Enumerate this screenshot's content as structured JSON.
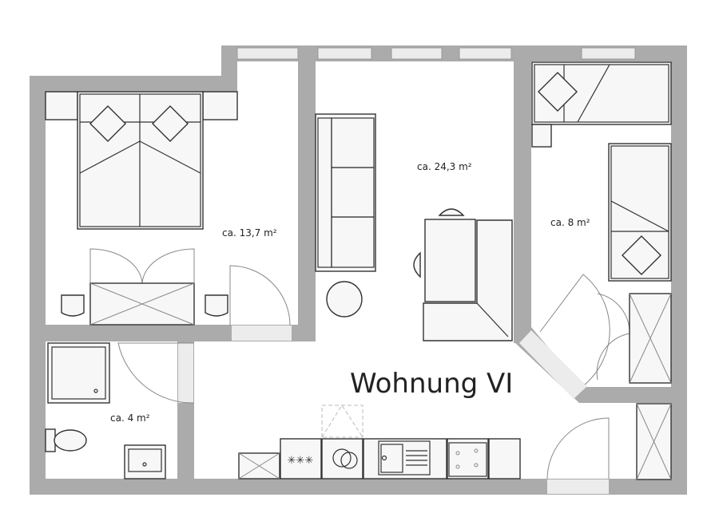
{
  "title": "Wohnung VI",
  "rooms": {
    "bedroom_large": {
      "area": "ca. 13,7 m²"
    },
    "living": {
      "area": "ca. 24,3 m²"
    },
    "bedroom_small": {
      "area": "ca. 8 m²"
    },
    "bathroom": {
      "area": "ca. 4 m²"
    }
  },
  "colors": {
    "wall": "#ababab",
    "furniture_fill": "#f7f7f7",
    "line": "#333333"
  }
}
